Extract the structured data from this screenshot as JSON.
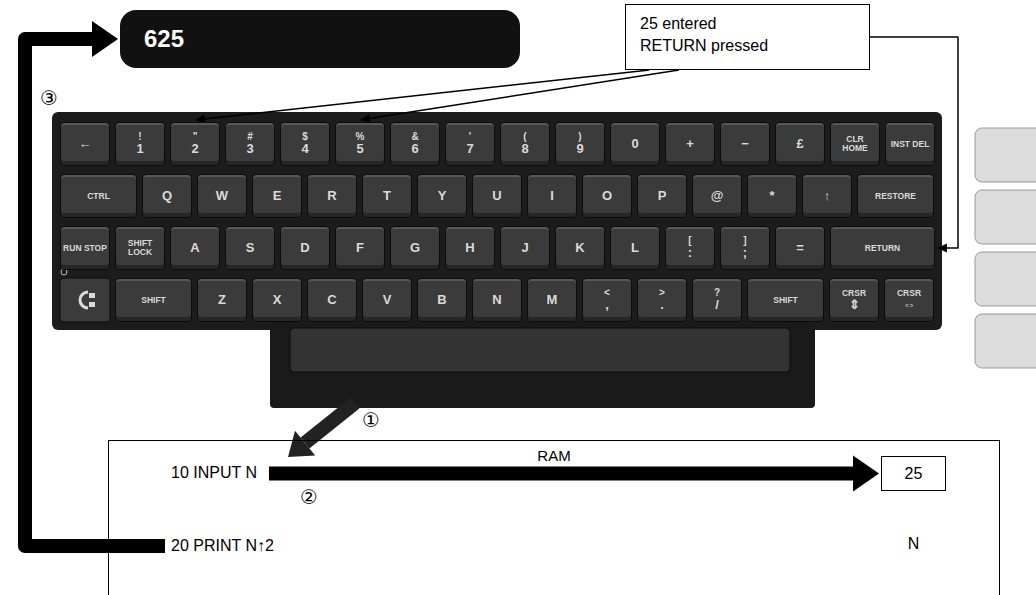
{
  "diagram": {
    "nodes": [
      {
        "text": [
          "625"
        ]
      },
      {
        "text": [
          "25 entered RETURN pressed"
        ]
      },
      {
        "text": [
          "←"
        ]
      },
      {
        "text": [
          "!",
          "1"
        ]
      },
      {
        "text": [
          "\"",
          "2"
        ]
      },
      {
        "text": [
          "#",
          "3"
        ]
      },
      {
        "text": [
          "$",
          "4"
        ]
      },
      {
        "text": [
          "%",
          "5"
        ]
      },
      {
        "text": [
          "&",
          "6"
        ]
      },
      {
        "text": [
          "'",
          "7"
        ]
      },
      {
        "text": [
          "(",
          "8"
        ]
      },
      {
        "text": [
          ")",
          "9"
        ]
      },
      {
        "text": [
          "0"
        ]
      },
      {
        "text": [
          "+"
        ]
      },
      {
        "text": [
          "−"
        ]
      },
      {
        "text": [
          "£"
        ]
      },
      {
        "text": [
          "CLR HOME"
        ]
      },
      {
        "text": [
          "INST DEL"
        ]
      },
      {
        "text": [
          "CTRL"
        ]
      },
      {
        "text": [
          "Q"
        ]
      },
      {
        "text": [
          "W"
        ]
      },
      {
        "text": [
          "E"
        ]
      },
      {
        "text": [
          "R"
        ]
      },
      {
        "text": [
          "T"
        ]
      },
      {
        "text": [
          "Y"
        ]
      },
      {
        "text": [
          "U"
        ]
      },
      {
        "text": [
          "I"
        ]
      },
      {
        "text": [
          "O"
        ]
      },
      {
        "text": [
          "P"
        ]
      },
      {
        "text": [
          "@"
        ]
      },
      {
        "text": [
          "*"
        ]
      },
      {
        "text": [
          "↑"
        ]
      },
      {
        "text": [
          "RESTORE"
        ]
      },
      {
        "text": [
          "RUN STOP"
        ]
      },
      {
        "text": [
          "SHIFT LOCK"
        ]
      },
      {
        "text": [
          "A"
        ]
      },
      {
        "text": [
          "S"
        ]
      },
      {
        "text": [
          "D"
        ]
      },
      {
        "text": [
          "F"
        ]
      },
      {
        "text": [
          "G"
        ]
      },
      {
        "text": [
          "H"
        ]
      },
      {
        "text": [
          "J"
        ]
      },
      {
        "text": [
          "K"
        ]
      },
      {
        "text": [
          "L"
        ]
      },
      {
        "text": [
          "[",
          ":"
        ]
      },
      {
        "text": [
          "]",
          ";"
        ]
      },
      {
        "text": [
          "="
        ]
      },
      {
        "text": [
          "RETURN"
        ]
      },
      {
        "text": [
          "SHIFT"
        ]
      },
      {
        "text": [
          "Z"
        ]
      },
      {
        "text": [
          "X"
        ]
      },
      {
        "text": [
          "C"
        ]
      },
      {
        "text": [
          "V"
        ]
      },
      {
        "text": [
          "B"
        ]
      },
      {
        "text": [
          "N"
        ]
      },
      {
        "text": [
          "M"
        ]
      },
      {
        "text": [
          "<",
          ","
        ]
      },
      {
        "text": [
          ">",
          "."
        ]
      },
      {
        "text": [
          "?",
          "/"
        ]
      },
      {
        "text": [
          "SHIFT"
        ]
      },
      {
        "text": [
          "CRSR",
          "⇕"
        ]
      },
      {
        "text": [
          "CRSR",
          "⇔"
        ]
      },
      {
        "text": [
          "RAM"
        ]
      },
      {
        "text": [
          "10 INPUT N"
        ],
        "in": 62
      },
      {
        "text": [
          "25",
          "N"
        ],
        "in": 62
      },
      {
        "text": [
          "20 PRINT N↑2"
        ],
        "in": 62
      }
    ],
    "edges": [
      {
        "from": 1,
        "to": 4,
        "arrow": "to"
      },
      {
        "from": 1,
        "to": 7,
        "arrow": "to"
      },
      {
        "from": 1,
        "to": 47,
        "arrow": "to"
      },
      {
        "from": 63,
        "to": 64,
        "arrow": "to"
      },
      {
        "from": 65,
        "to": 0,
        "arrow": "to"
      }
    ],
    "labels": [
      "①",
      "②",
      "③"
    ]
  }
}
